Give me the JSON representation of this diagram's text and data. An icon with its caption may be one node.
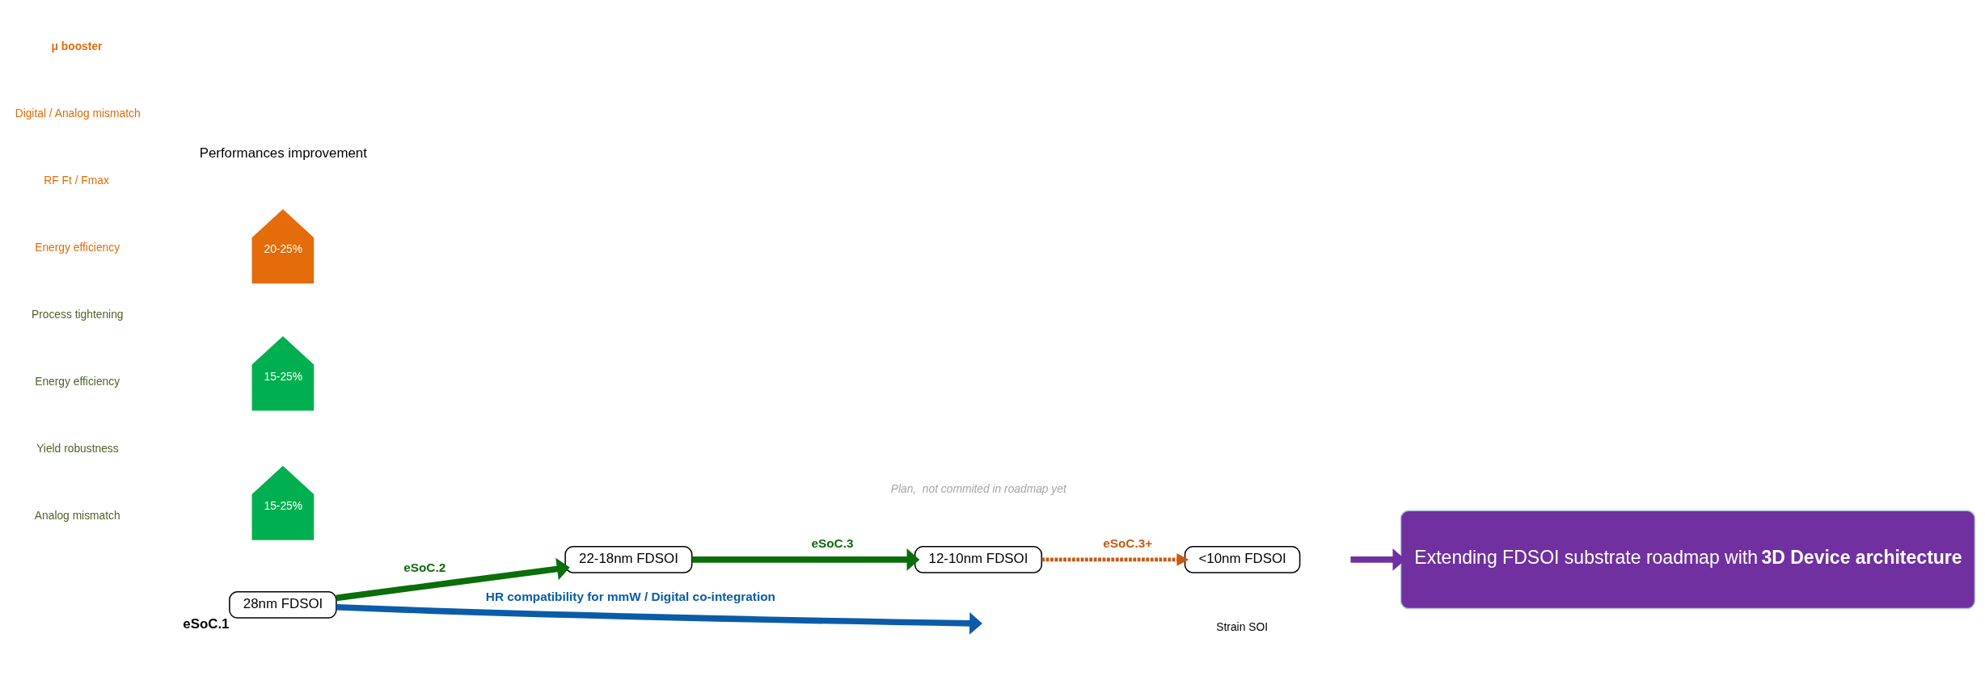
{
  "diagram": {
    "nodes": [
      {
        "text": [
          "28nm FDSOI"
        ],
        "beside": [
          "eSoC.1"
        ]
      },
      {
        "text": [
          "22-18nm FDSOI"
        ]
      },
      {
        "text": [
          "12-10nm FDSOI"
        ]
      },
      {
        "text": [
          "<10nm FDSOI"
        ]
      },
      {
        "text": [
          "Extending FDSOI substrate roadmap with **3D Device architecture**"
        ]
      },
      {
        "text": [
          "15-25%"
        ]
      },
      {
        "text": [
          "15-25%"
        ]
      },
      {
        "text": [
          "20-25%"
        ]
      }
    ],
    "edges": [
      {
        "from": 0,
        "to": 1,
        "arrow": "to",
        "label": "eSoC.2",
        "color": "#0a6e0a"
      },
      {
        "from": 1,
        "to": 2,
        "arrow": "to",
        "label": "eSoC.3",
        "color": "#0a6e0a"
      },
      {
        "from": 2,
        "to": 3,
        "arrow": "to",
        "label": "eSoC.3+",
        "style": "dashed",
        "color": "#c55a11"
      },
      {
        "from": 0,
        "to": null,
        "arrow": "to",
        "label": "HR compatibility for mmW / Digital co-integration",
        "color": "#0b5ca8"
      },
      {
        "from": null,
        "to": 4,
        "arrow": "to",
        "color": "#7030a0"
      }
    ],
    "labels": [
      "Performances improvement",
      "μ booster",
      "Digital / Analog mismatch",
      "RF Ft / Fmax",
      "Energy efficiency",
      "Process tightening",
      "Energy efficiency",
      "Yield robustness",
      "Analog mismatch",
      "Plan,  not commited in roadmap yet",
      "Strain SOI"
    ]
  }
}
